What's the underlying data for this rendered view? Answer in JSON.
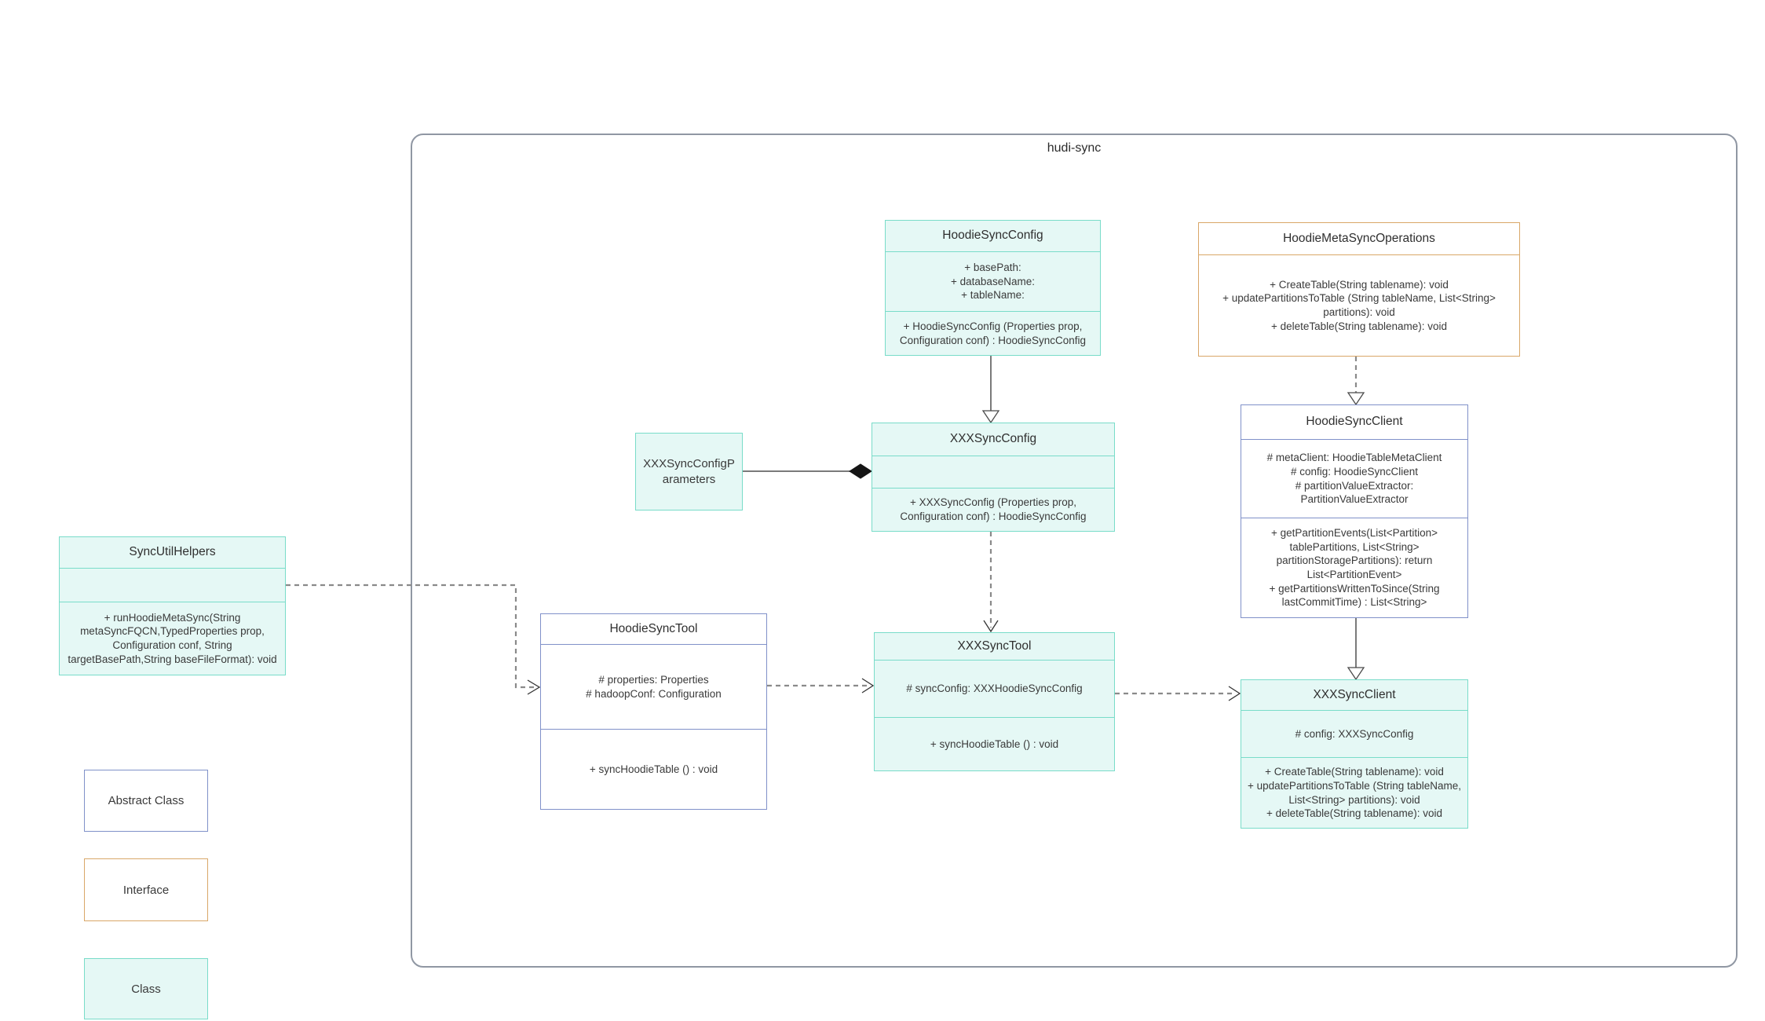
{
  "container": {
    "label": "hudi-sync"
  },
  "classes": {
    "sync_util_helpers": {
      "title": "SyncUtilHelpers",
      "stereotype": "class",
      "methods": [
        "+ runHoodieMetaSync(String metaSyncFQCN,TypedProperties prop, Configuration conf, String targetBasePath,String baseFileFormat): void"
      ]
    },
    "hoodie_sync_tool": {
      "title": "HoodieSyncTool",
      "stereotype": "abstract",
      "attributes": [
        "# properties: Properties",
        "# hadoopConf: Configuration"
      ],
      "methods": [
        "+ syncHoodieTable () : void"
      ]
    },
    "hoodie_sync_config": {
      "title": "HoodieSyncConfig",
      "stereotype": "class",
      "attributes": [
        "+ basePath:",
        "+ databaseName:",
        "+ tableName:"
      ],
      "methods": [
        "+ HoodieSyncConfig (Properties prop, Configuration conf) : HoodieSyncConfig"
      ]
    },
    "xxx_sync_config_parameters": {
      "title": "XXXSyncConfigParameters",
      "stereotype": "class"
    },
    "xxx_sync_config": {
      "title": "XXXSyncConfig",
      "stereotype": "class",
      "methods": [
        "+ XXXSyncConfig (Properties prop, Configuration conf) : HoodieSyncConfig"
      ]
    },
    "hoodie_meta_sync_operations": {
      "title": "HoodieMetaSyncOperations",
      "stereotype": "interface",
      "methods": [
        "+ CreateTable(String tablename): void",
        "+ updatePartitionsToTable (String tableName, List<String> partitions): void",
        "+ deleteTable(String tablename): void"
      ]
    },
    "hoodie_sync_client": {
      "title": "HoodieSyncClient",
      "stereotype": "abstract",
      "attributes": [
        "# metaClient: HoodieTableMetaClient",
        "# config: HoodieSyncClient",
        "# partitionValueExtractor: PartitionValueExtractor"
      ],
      "methods": [
        "+ getPartitionEvents(List<Partition> tablePartitions, List<String> partitionStoragePartitions): return List<PartitionEvent>",
        "+ getPartitionsWrittenToSince(String lastCommitTime) : List<String>"
      ]
    },
    "xxx_sync_tool": {
      "title": "XXXSyncTool",
      "stereotype": "class",
      "attributes": [
        "# syncConfig: XXXHoodieSyncConfig"
      ],
      "methods": [
        "+ syncHoodieTable () : void"
      ]
    },
    "xxx_sync_client": {
      "title": "XXXSyncClient",
      "stereotype": "class",
      "attributes": [
        "# config: XXXSyncConfig"
      ],
      "methods": [
        "+ CreateTable(String tablename): void",
        "+ updatePartitionsToTable (String tableName, List<String> partitions): void",
        "+ deleteTable(String tablename): void"
      ]
    }
  },
  "legend": {
    "abstract": "Abstract Class",
    "interface": "Interface",
    "class": "Class"
  },
  "colors": {
    "class_fill": "#e5f8f5",
    "class_border": "#79dcc9",
    "abstract_border": "#8091c9",
    "interface_border": "#d9a768",
    "container_border": "#9097a3",
    "connector_gray": "#7a7a7a",
    "text": "#3a3a3a"
  }
}
